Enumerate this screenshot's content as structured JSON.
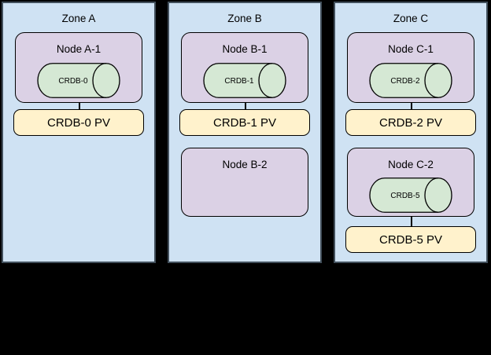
{
  "colors": {
    "canvas_bg": "#000000",
    "zone_fill": "#cfe2f3",
    "zone_border": "#42505c",
    "node_fill": "#dbd1e5",
    "cylinder_fill": "#d5e8d4",
    "pv_fill": "#fff2cc",
    "shape_border": "#000000"
  },
  "zones": [
    {
      "label": "Zone A",
      "nodes": [
        {
          "label": "Node A-1",
          "cylinder": "CRDB-0",
          "pv": "CRDB-0 PV"
        }
      ]
    },
    {
      "label": "Zone B",
      "nodes": [
        {
          "label": "Node B-1",
          "cylinder": "CRDB-1",
          "pv": "CRDB-1 PV"
        },
        {
          "label": "Node B-2"
        }
      ]
    },
    {
      "label": "Zone C",
      "nodes": [
        {
          "label": "Node C-1",
          "cylinder": "CRDB-2",
          "pv": "CRDB-2 PV"
        },
        {
          "label": "Node C-2",
          "cylinder": "CRDB-5",
          "pv": "CRDB-5 PV"
        }
      ]
    }
  ]
}
